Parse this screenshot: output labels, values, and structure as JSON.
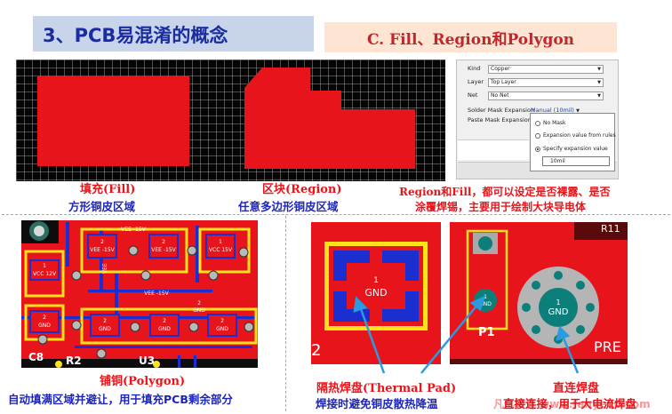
{
  "header": {
    "section_title": "3、PCB易混淆的概念",
    "subtitle": "C. Fill、Region和Polygon"
  },
  "fill": {
    "title": "填充(Fill)",
    "desc": "方形铜皮区域"
  },
  "region": {
    "title": "区块(Region)",
    "desc": "任意多边形铜皮区域"
  },
  "note": {
    "line1": "Region和Fill，都可以设定是否裸露、是否",
    "line2": "涂覆焊锡，主要用于绘制大块导电体"
  },
  "dialog": {
    "kind_label": "Kind",
    "kind_value": "Copper",
    "layer_label": "Layer",
    "layer_value": "Top Layer",
    "net_label": "Net",
    "net_value": "No Net",
    "solder_mask_label": "Solder Mask Expansion",
    "solder_mask_value": "Manual (10mil)",
    "paste_mask_label": "Paste Mask Expansion",
    "options": [
      "No Mask",
      "Expansion value from rules",
      "Specify expansion value"
    ],
    "selected_option": 2,
    "expansion_value": "10mil"
  },
  "polygon": {
    "title": "铺铜(Polygon)",
    "desc": "自动填满区域并避让，用于填充PCB剩余部分",
    "pads": [
      {
        "num": "1",
        "net": "VCC 12V"
      },
      {
        "num": "2",
        "net": "VEE -15V"
      },
      {
        "num": "2",
        "net": "VEE -15V"
      },
      {
        "num": "1",
        "net": "VCC 15V"
      },
      {
        "num": "2",
        "net": "GND"
      },
      {
        "num": "2",
        "net": "GND"
      },
      {
        "num": "2",
        "net": "GND"
      },
      {
        "num": "2",
        "net": "GND"
      },
      {
        "num": "2",
        "net": "GND"
      }
    ],
    "net_label_top": "VEE -15V",
    "net_label_mid": "VEE -15V",
    "vertical_label": "VEE",
    "designators": [
      "C8",
      "R2",
      "U3"
    ]
  },
  "thermal": {
    "pad_num": "1",
    "pad_net": "GND",
    "edge_label": "2",
    "title": "隔热焊盘(Thermal Pad)",
    "desc": "焊接时避免铜皮散热降温"
  },
  "direct": {
    "top_label": "R11",
    "designator": "P1",
    "small_pad_num": "1",
    "small_pad_net": "GND",
    "big_pad_num": "1",
    "big_pad_net": "GND",
    "edge_text": "PRE",
    "title": "直连焊盘",
    "desc": "直接连接，用于大电流焊盘"
  },
  "watermark": "凡亿教育  www.fanyedu.com",
  "colors": {
    "copper": "#e8141c",
    "grid_bg": "#050505",
    "title_blue": "#1b2ca0",
    "caption_red": "#e8151b",
    "caption_blue": "#1d26b8",
    "pad_teal": "#0c7f7a",
    "silkscreen_yellow": "#ffe21a",
    "arrow_blue": "#2a9be0"
  }
}
